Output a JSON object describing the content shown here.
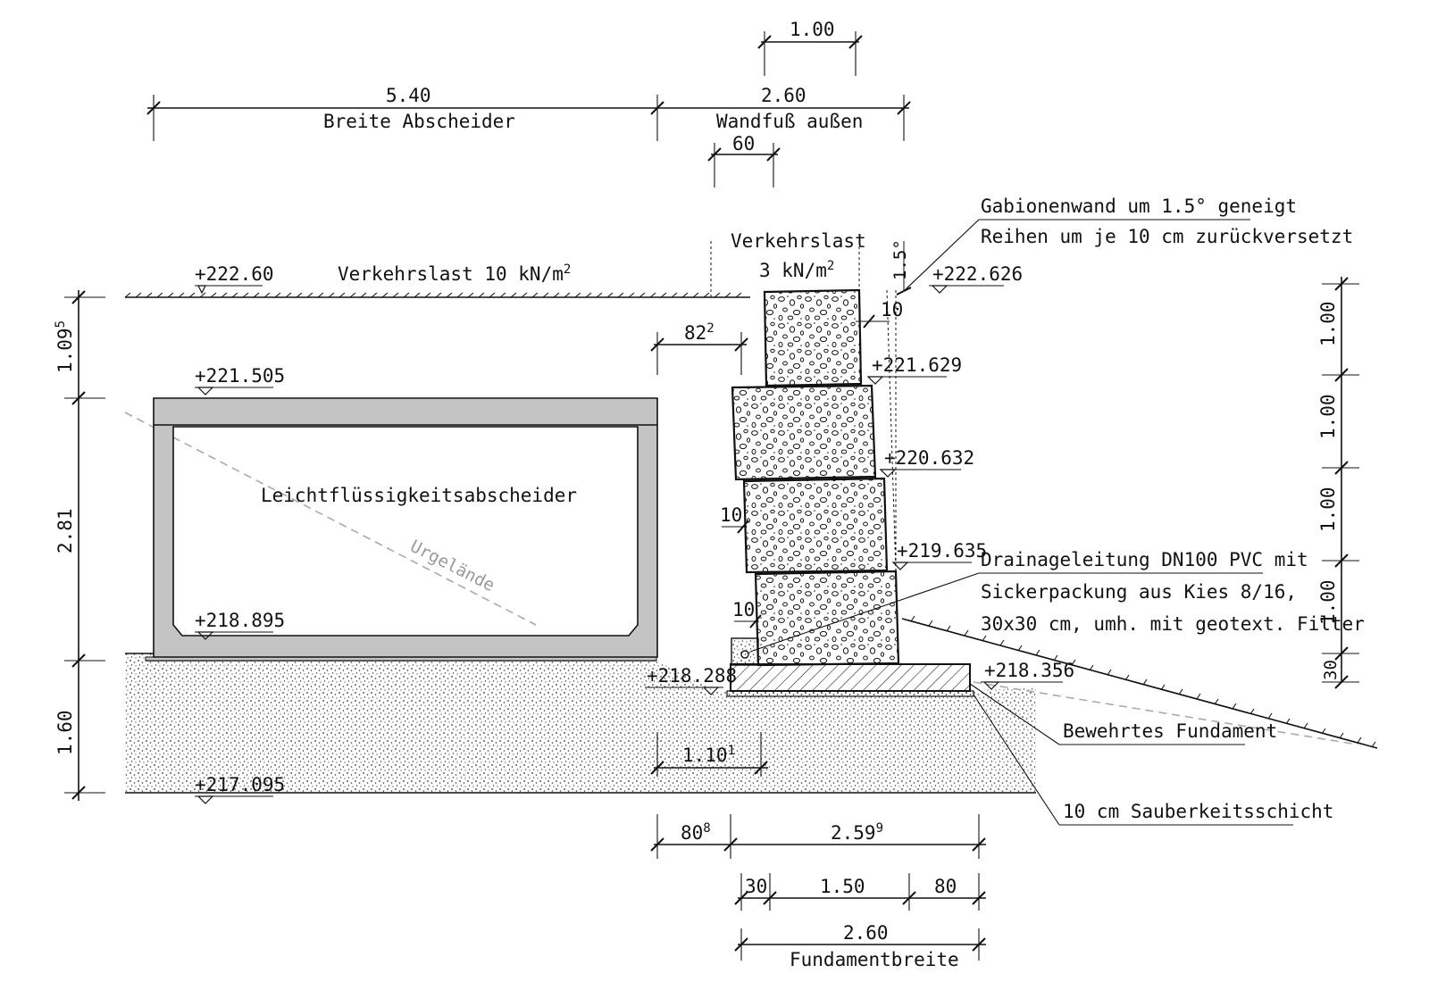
{
  "dimensions": {
    "top_wall_width": "1.00",
    "width_separator": "5.40",
    "width_separator_label": "Breite Abscheider",
    "wall_base_outside": "2.60",
    "wall_base_outside_label": "Wandfuß außen",
    "offset_60": "60",
    "offset_822_main": "82",
    "offset_822_sup": "2",
    "height_1095_main": "1.09",
    "height_1095_sup": "5",
    "height_281": "2.81",
    "height_160": "1.60",
    "offset_1101_main": "1.10",
    "offset_1101_sup": "1",
    "offset_808_main": "80",
    "offset_808_sup": "8",
    "width_2599_main": "2.59",
    "width_2599_sup": "9",
    "foot_30": "30",
    "foot_150": "1.50",
    "foot_80": "80",
    "foundation_width": "2.60",
    "foundation_width_label": "Fundamentbreite",
    "gabion_step_1": "10",
    "gabion_step_2": "10",
    "gabion_step_3": "10",
    "right_heights": [
      "1.00",
      "1.00",
      "1.00",
      "1.00",
      "30"
    ]
  },
  "elevations": {
    "ground_left": "+222.60",
    "separator_top": "+221.505",
    "separator_bottom": "+218.895",
    "base_bottom": "+217.095",
    "foundation_left": "+218.288",
    "top_right": "+222.626",
    "row_1": "+221.629",
    "row_2": "+220.632",
    "row_3": "+219.635",
    "foundation_right": "+218.356"
  },
  "labels": {
    "traffic_load_left_main": "Verkehrslast 10 kN/m",
    "traffic_load_left_exp": "2",
    "traffic_load_right_line1": "Verkehrslast",
    "traffic_load_right_line2_main": "3 kN/m",
    "traffic_load_right_line2_exp": "2",
    "separator": "Leichtflüssigkeitsabscheider",
    "original_terrain": "Urgelände",
    "gabion_line1": "Gabionenwand um 1.5° geneigt",
    "gabion_line2": "Reihen um je 10 cm zurückversetzt",
    "inclination": "1.5°",
    "drainage_line1": "Drainageleitung DN100 PVC mit",
    "drainage_line2": "Sickerpackung aus Kies 8/16,",
    "drainage_line3": "30x30 cm, umh. mit geotext. Filter",
    "reinforced_foundation": "Bewehrtes Fundament",
    "blinding_layer": "10 cm Sauberkeitsschicht"
  },
  "colors": {
    "line": "#111111",
    "concrete": "#c4c4c4",
    "terrain_dashed": "#aaaaaa",
    "gravel_dots": "#333333"
  }
}
